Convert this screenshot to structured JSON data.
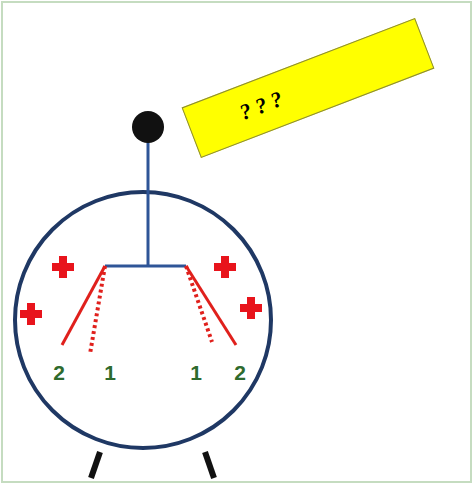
{
  "diagram": {
    "nodes": [
      {
        "text": [
          "? ? ?"
        ]
      }
    ],
    "labels": [
      "2",
      "1",
      "1",
      "2"
    ]
  }
}
